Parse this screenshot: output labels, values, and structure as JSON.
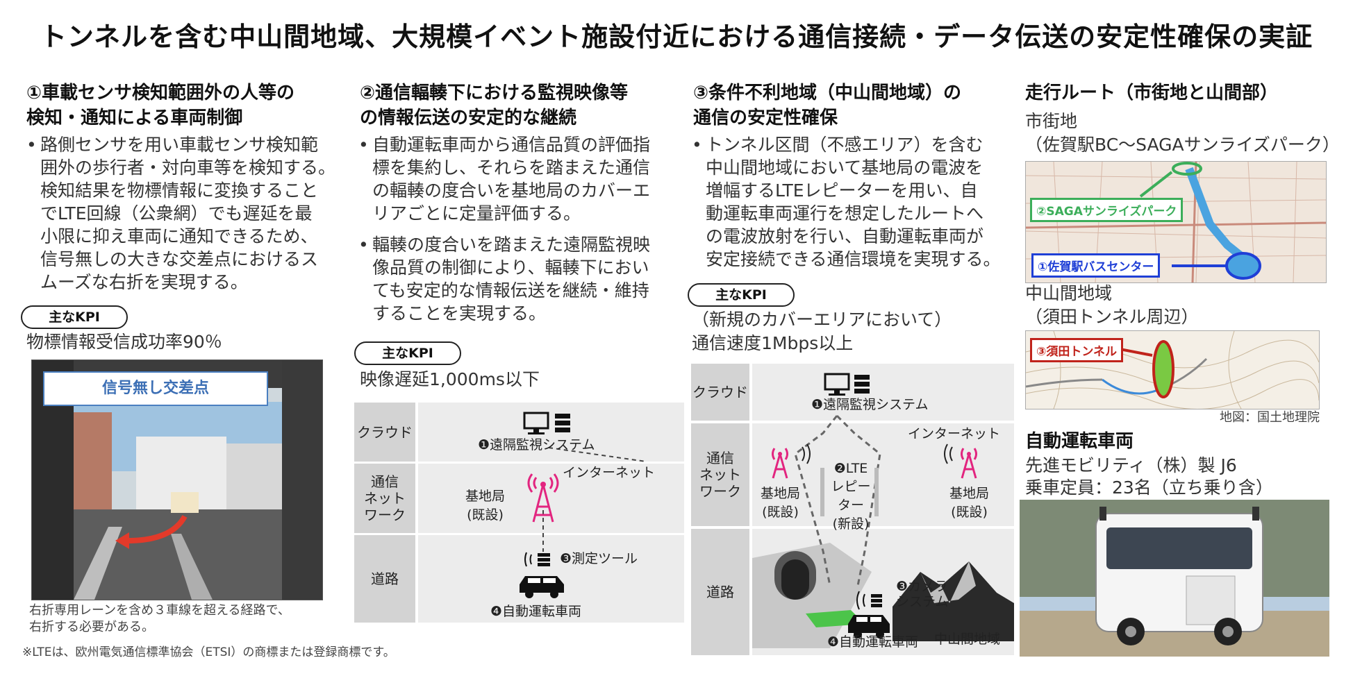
{
  "title": "トンネルを含む中山間地域、大規模イベント施設付近における通信接続・データ伝送の安定性確保の実証",
  "col1": {
    "heading_l1": "①車載センサ検知範囲外の人等の",
    "heading_l2": "検知・通知による車両制御",
    "bullet_lines": [
      "路側センサを用い車載センサ検知範",
      "囲外の歩行者・対向車等を検知する。",
      "検知結果を物標情報に変換すること",
      "でLTE回線（公衆網）でも遅延を最",
      "小限に抑え車両に通知できるため、",
      "信号無しの大きな交差点におけるス",
      "ムーズな右折を実現する。"
    ],
    "kpi_label": "主なKPI",
    "kpi_value": "物標情報受信成功率90％",
    "photo_label": "信号無し交差点",
    "caption_l1": "右折専用レーンを含め３車線を超える経路で、",
    "caption_l2": "右折する必要がある。"
  },
  "col2": {
    "heading_l1": "②通信輻輳下における監視映像等",
    "heading_l2": "の情報伝送の安定的な継続",
    "bullet1_lines": [
      "自動運転車両から通信品質の評価指",
      "標を集約し、それらを踏まえた通信",
      "の輻輳の度合いを基地局のカバーエ",
      "リアごとに定量評価する。"
    ],
    "bullet2_lines": [
      "輻輳の度合いを踏まえた遠隔監視映",
      "像品質の制御により、輻輳下におい",
      "ても安定的な情報伝送を継続・維持",
      "することを実現する。"
    ],
    "kpi_label": "主なKPI",
    "kpi_value": "映像遅延1,000ms以下",
    "diagram": {
      "row_cloud": "クラウド",
      "row_net": [
        "通信",
        "ネット",
        "ワーク"
      ],
      "row_road": "道路",
      "monitor": "❶遠隔監視システム",
      "internet": "インターネット",
      "base_l1": "基地局",
      "base_l2": "(既設)",
      "tool": "❸測定ツール",
      "vehicle": "❹自動運転車両"
    }
  },
  "col3": {
    "heading_l1": "③条件不利地域（中山間地域）の",
    "heading_l2": "通信の安定性確保",
    "bullet_lines": [
      "トンネル区間（不感エリア）を含む",
      "中山間地域において基地局の電波を",
      "増幅するLTEレピーターを用い、自",
      "動運転車両運行を想定したルートへ",
      "の電波放射を行い、自動運転車両が",
      "安定接続できる通信環境を実現する。"
    ],
    "kpi_label": "主なKPI",
    "kpi_value_l1": "（新規のカバーエリアにおいて）",
    "kpi_value_l2": "通信速度1Mbps以上",
    "diagram": {
      "row_cloud": "クラウド",
      "row_net": [
        "通信",
        "ネット",
        "ワーク"
      ],
      "row_road": "道路",
      "monitor": "❶遠隔監視システム",
      "internet": "インターネット",
      "rep_l1": "❷LTE",
      "rep_l2": "レピーター",
      "rep_l3": "(新設)",
      "base_l1": "基地局",
      "base_l2": "(既設)",
      "camera_l1": "❸カメラ",
      "camera_l2": "システム",
      "vehicle": "❹自動運転車両",
      "area": "中山間地域"
    }
  },
  "col4": {
    "heading": "走行ルート（市街地と山間部）",
    "city_l1": "市街地",
    "city_l2": "（佐賀駅BC～SAGAサンライズパーク）",
    "map1_label_green": "②SAGAサンライズパーク",
    "map1_label_blue": "①佐賀駅バスセンター",
    "mount_l1": "中山間地域",
    "mount_l2": "（須田トンネル周辺）",
    "map2_label_red": "③須田トンネル",
    "map_credit": "地図：国土地理院",
    "vehicle_heading": "自動運転車両",
    "vehicle_maker": "先進モビリティ（株）製 J6",
    "vehicle_capacity": "乗車定員：23名（立ち乗り含）"
  },
  "footnote": "※LTEは、欧州電気通信標準協会（ETSI）の商標または登録商標です。",
  "colors": {
    "pink": "#e2257f",
    "green": "#3cae5a",
    "blue": "#1f3fd6",
    "red": "#c0231b",
    "gray": "#d3d3d3"
  }
}
